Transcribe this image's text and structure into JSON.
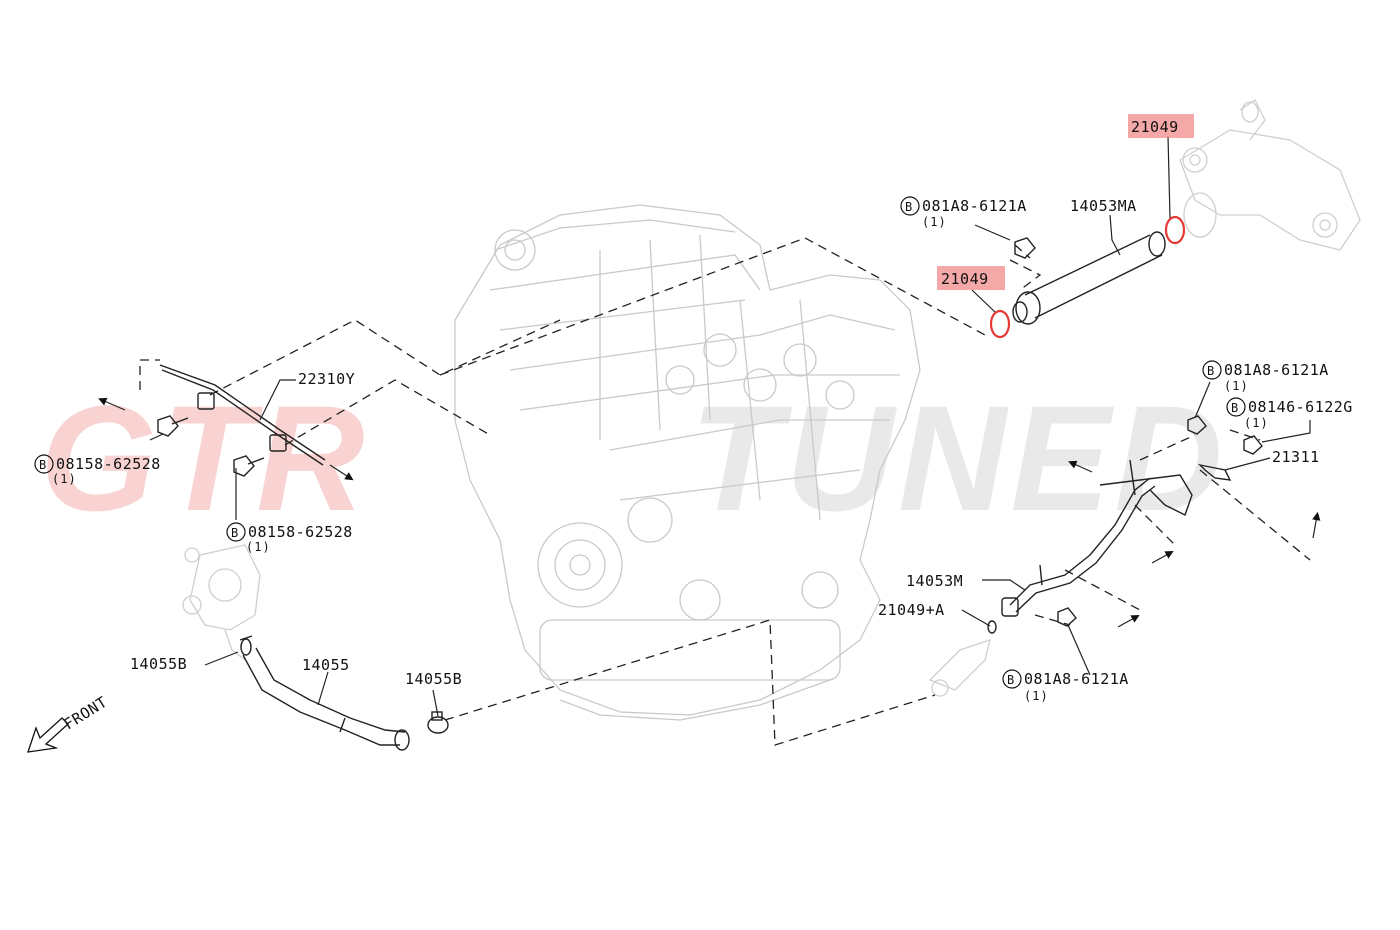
{
  "watermark": {
    "left": "GTR",
    "right": "TUNED",
    "left_color": "#e53935",
    "right_color": "#9e9e9e"
  },
  "highlight_color": "#f28b8b",
  "front_label": "FRONT",
  "bolt_mark": "B",
  "labels": {
    "p21049_top": "21049",
    "p21049_mid": "21049",
    "b081a8_top": "081A8-6121A",
    "b081a8_top_qty": "(1)",
    "p14053ma": "14053MA",
    "p22310y": "22310Y",
    "b08158_left": "08158-62528",
    "b08158_left_qty": "(1)",
    "b08158_mid": "08158-62528",
    "b08158_mid_qty": "(1)",
    "b081a8_right": "081A8-6121A",
    "b081a8_right_qty": "(1)",
    "b08146": "08146-6122G",
    "b08146_qty": "(1)",
    "p21311": "21311",
    "p14053m": "14053M",
    "p21049a": "21049+A",
    "b081a8_bottom": "081A8-6121A",
    "b081a8_bottom_qty": "(1)",
    "p14055b_left": "14055B",
    "p14055": "14055",
    "p14055b_right": "14055B"
  }
}
